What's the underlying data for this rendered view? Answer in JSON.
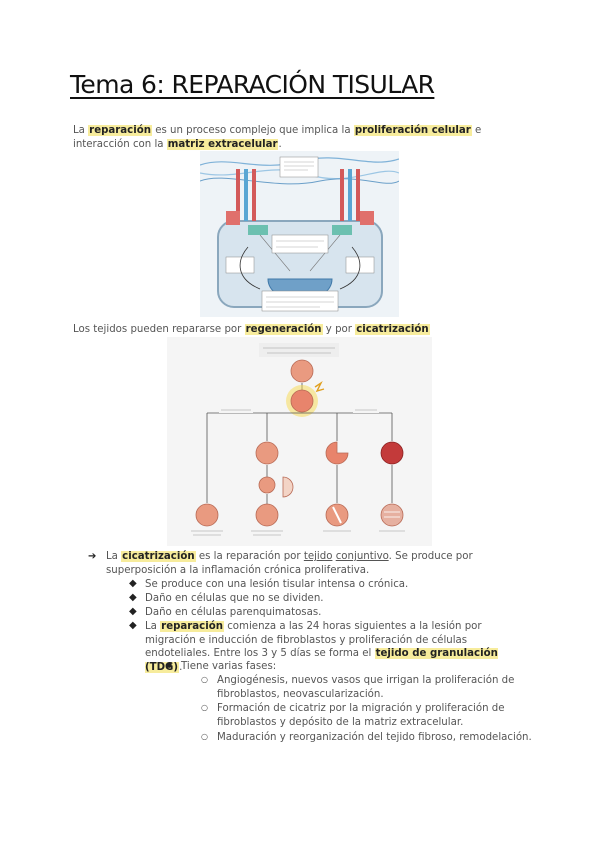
{
  "title": "Tema 6: REPARACIÓN TISULAR",
  "intro": {
    "pre": "La ",
    "reparacion": "reparación",
    "mid1": " es un proceso complejo que implica la ",
    "proliferacion": "proliferación celular",
    "mid2": " e interacción con la ",
    "matriz": "matriz extracelular",
    "end": "."
  },
  "tejidos": {
    "pre": "Los tejidos pueden repararse por ",
    "regeneracion": "regeneración",
    "mid": " y por ",
    "cicatrizacion": "cicatrización"
  },
  "bullets": {
    "arrow": "➔",
    "diamond": "◆",
    "circle": "●",
    "ring": "○",
    "b1": {
      "pre": "La ",
      "cicatrizacion": "cicatrización",
      "mid": " es la reparación por ",
      "tejido": "tejido",
      "space": " ",
      "conjuntivo": "conjuntivo",
      "rest": ". Se produce por superposición a la inflamación crónica proliferativa."
    },
    "d1": "Se produce con una lesión tisular intensa o crónica.",
    "d2": "Daño en células que no se dividen.",
    "d3": "Daño en células parenquimatosas.",
    "d4": {
      "pre": "La ",
      "reparacion": "reparación",
      "rest": " comienza a las 24 horas siguientes a la lesión por migración e inducción de fibroblastos y proliferación de células endoteliales. Entre los 3 y 5 días se forma el ",
      "tdg": "tejido de granulación (TDG)",
      "end": "."
    },
    "fases": "Tiene varias fases:",
    "f1": "Angiogénesis, nuevos vasos que irrigan la proliferación de fibroblastos, neovascularización.",
    "f2": "Formación de cicatriz por la migración y proliferación de fibroblastos y depósito de la matriz extracelular.",
    "f3": "Maduración y reorganización del tejido fibroso, remodelación."
  },
  "colors": {
    "highlight": "#f7ec9c",
    "cell": "#e99a80",
    "cell_dark": "#c33a3a",
    "nucleus": "#6fa0c8"
  }
}
